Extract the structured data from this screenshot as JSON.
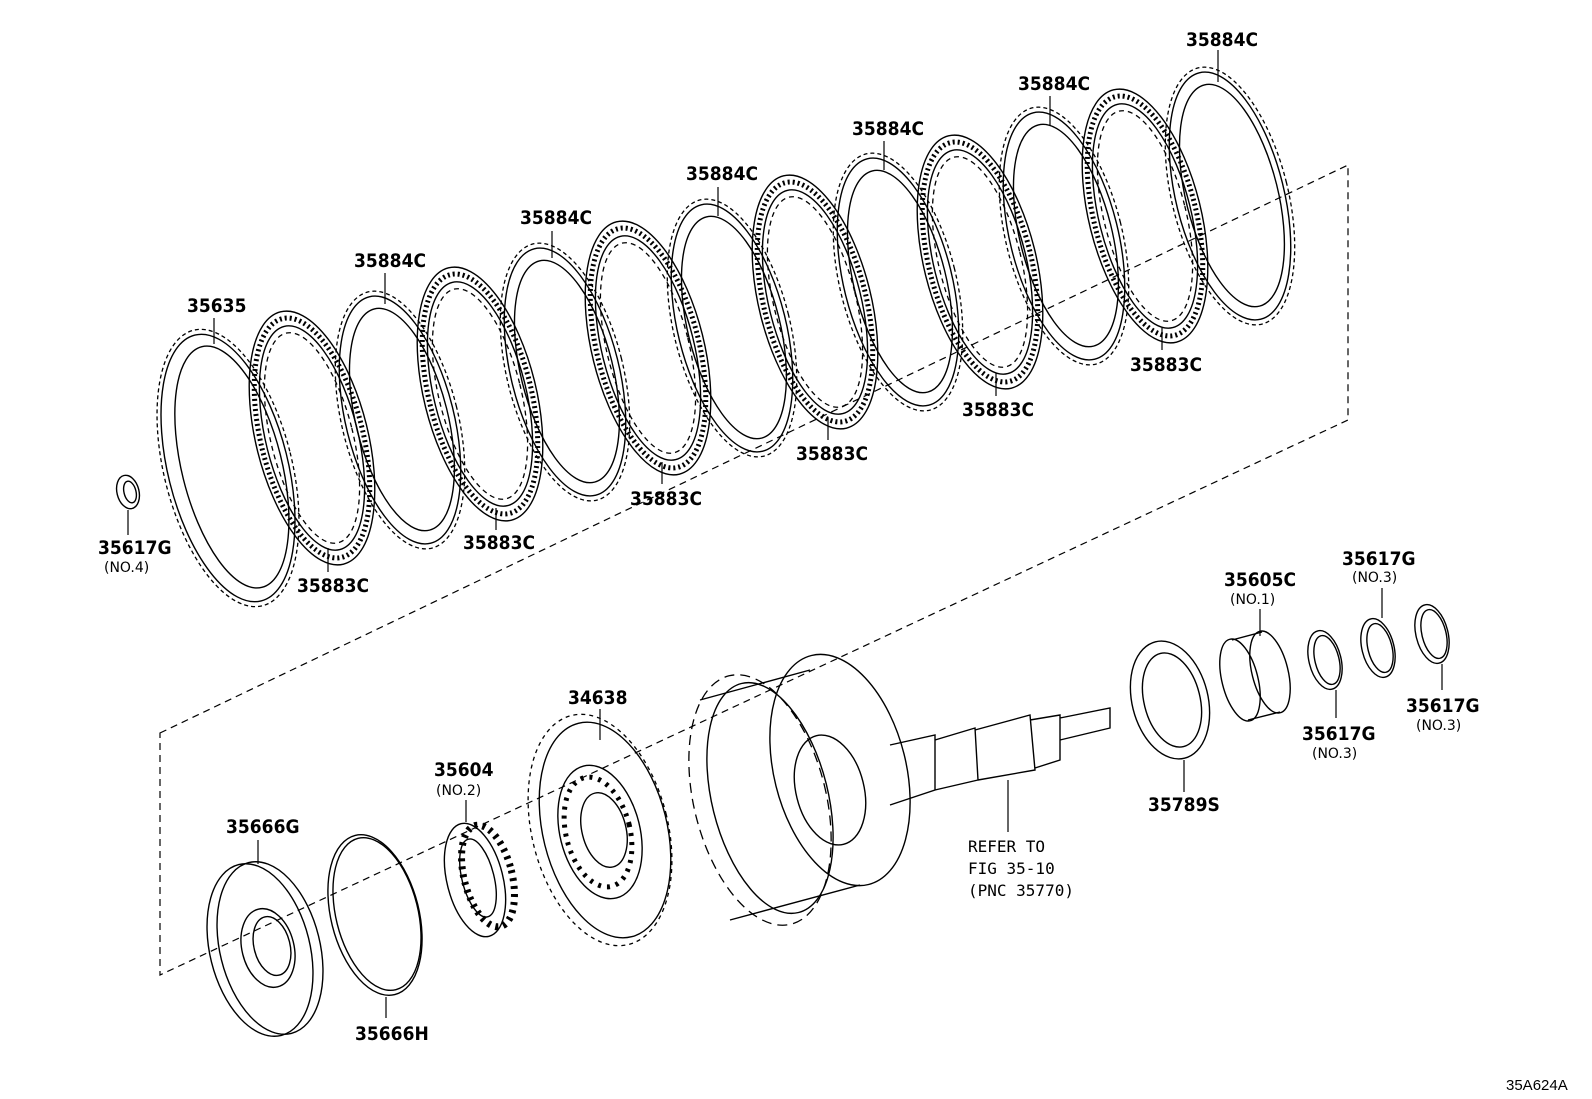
{
  "diagram_code": "35A624A",
  "callouts": {
    "p35617g_no4": {
      "label": "35617G",
      "sub": "(NO.4)"
    },
    "p35635": {
      "label": "35635"
    },
    "p35883c_1": {
      "label": "35883C"
    },
    "p35884c_1": {
      "label": "35884C"
    },
    "p35883c_2": {
      "label": "35883C"
    },
    "p35884c_2": {
      "label": "35884C"
    },
    "p35883c_3": {
      "label": "35883C"
    },
    "p35884c_3": {
      "label": "35884C"
    },
    "p35883c_4": {
      "label": "35883C"
    },
    "p35884c_4": {
      "label": "35884C"
    },
    "p35883c_5": {
      "label": "35883C"
    },
    "p35884c_5": {
      "label": "35884C"
    },
    "p35883c_6": {
      "label": "35883C"
    },
    "p35884c_6": {
      "label": "35884C"
    },
    "p35666g": {
      "label": "35666G"
    },
    "p35666h": {
      "label": "35666H"
    },
    "p35604": {
      "label": "35604",
      "sub": "(NO.2)"
    },
    "p34638": {
      "label": "34638"
    },
    "p35789s": {
      "label": "35789S"
    },
    "p35605c": {
      "label": "35605C",
      "sub": "(NO.1)"
    },
    "p35617g_no3a": {
      "label": "35617G",
      "sub": "(NO.3)"
    },
    "p35617g_no3b": {
      "label": "35617G",
      "sub": "(NO.3)"
    },
    "p35617g_no3c": {
      "label": "35617G",
      "sub": "(NO.3)"
    }
  },
  "reference_note": {
    "line1": "REFER TO",
    "line2": "FIG 35-10",
    "line3": "(PNC 35770)"
  }
}
